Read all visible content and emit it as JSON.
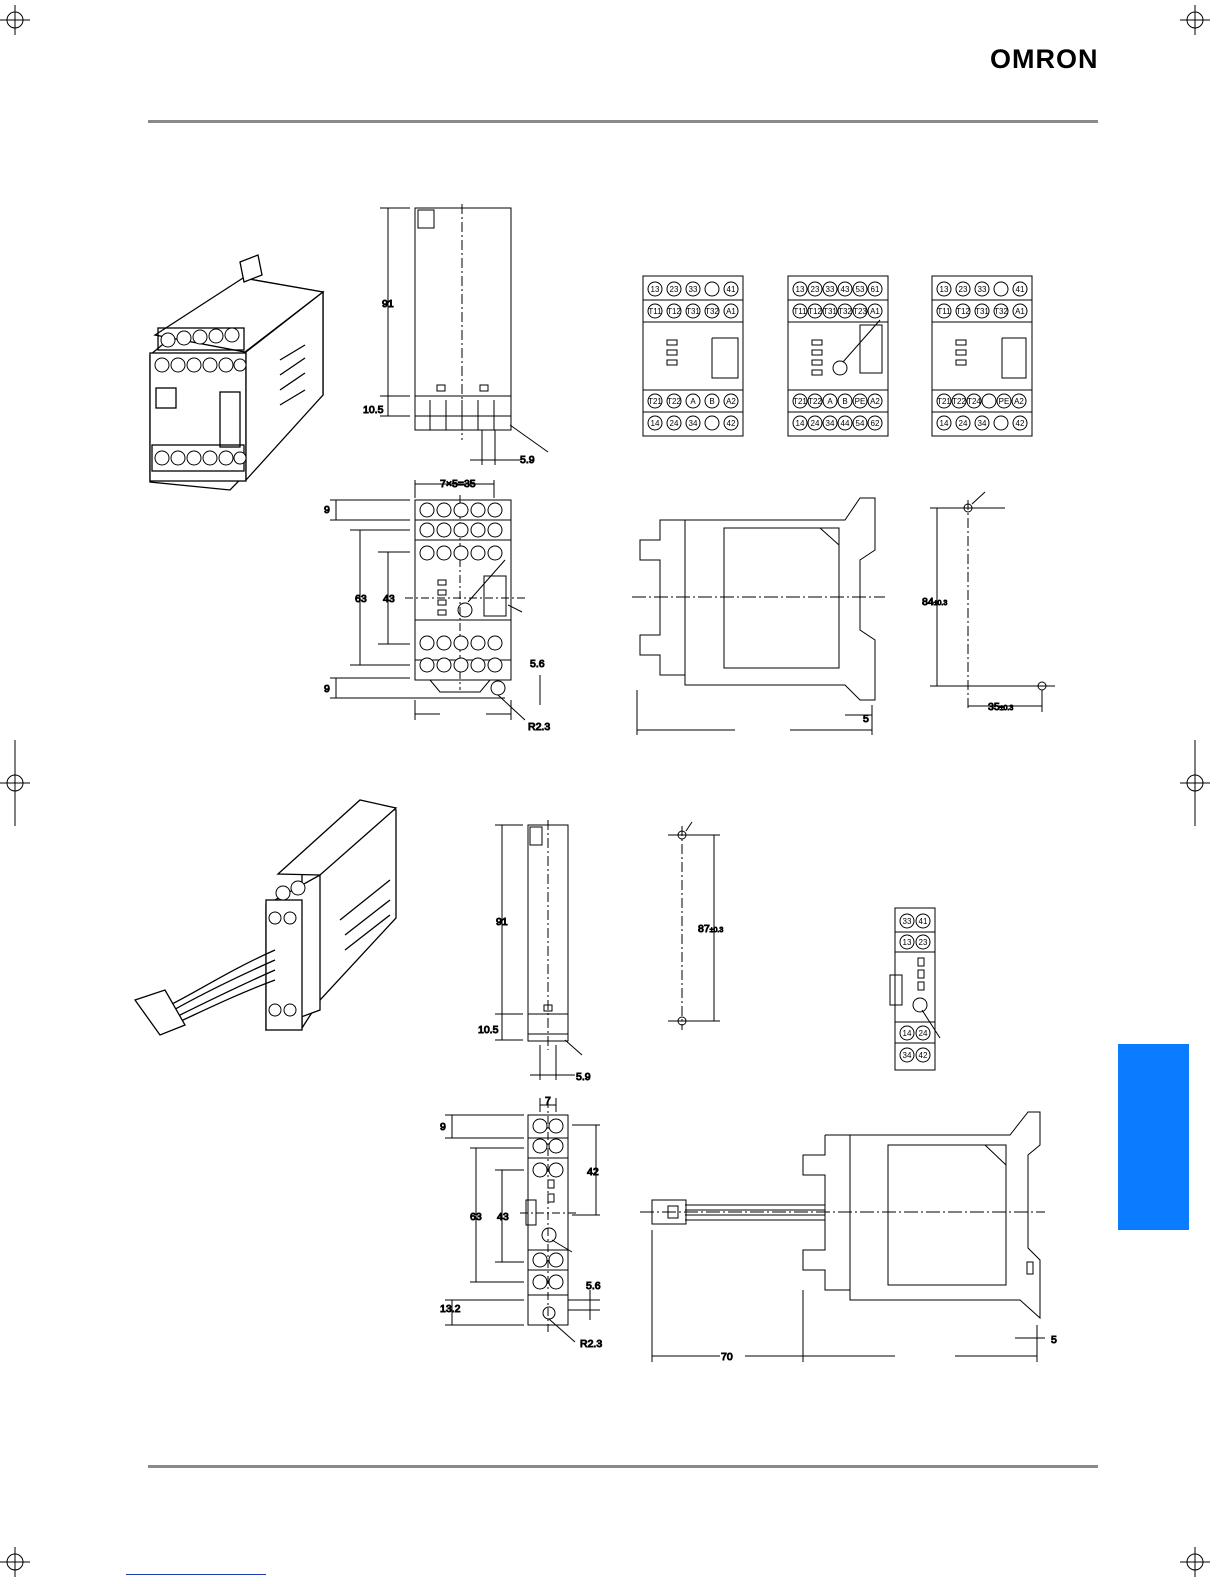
{
  "brand": {
    "logo_text": "OMRON"
  },
  "upper_model": {
    "side_view": {
      "height_label": "91",
      "terminal_label": "10.5",
      "pitch_label": "5.9"
    },
    "terminal_layouts": [
      {
        "top_row_1": [
          "13",
          "23",
          "33",
          "",
          "41"
        ],
        "top_row_2": [
          "T11",
          "T12",
          "T31",
          "T32",
          "A1"
        ],
        "bottom_row_1": [
          "T21",
          "T22",
          "A",
          "B",
          "A2"
        ],
        "bottom_row_2": [
          "14",
          "24",
          "34",
          "",
          "42"
        ]
      },
      {
        "top_row_1": [
          "13",
          "23",
          "33",
          "43",
          "53",
          "61"
        ],
        "top_row_2": [
          "T11",
          "T12",
          "T31",
          "T32",
          "T23",
          "A1"
        ],
        "bottom_row_1": [
          "T21",
          "T22",
          "A",
          "B",
          "PE",
          "A2"
        ],
        "bottom_row_2": [
          "14",
          "24",
          "34",
          "44",
          "54",
          "62"
        ]
      },
      {
        "top_row_1": [
          "13",
          "23",
          "33",
          "",
          "41"
        ],
        "top_row_2": [
          "T11",
          "T12",
          "T31",
          "T32",
          "A1"
        ],
        "bottom_row_1": [
          "T21",
          "T22",
          "T24",
          "",
          "PE",
          "A2"
        ],
        "bottom_row_2": [
          "14",
          "24",
          "34",
          "",
          "42"
        ]
      }
    ],
    "front_view": {
      "pitch_label": "7×5=35",
      "top_margin": "9",
      "outer_height": "63",
      "inner_height": "43",
      "bottom_margin": "9",
      "offset": "5.6",
      "radius": "R2.3"
    },
    "side_profile": {
      "offset": "5"
    },
    "mounting_holes": {
      "vertical": "84",
      "horizontal": "35",
      "tolerance": "±0.3"
    }
  },
  "lower_model": {
    "side_view": {
      "height_label": "91",
      "terminal_label": "10.5",
      "pitch_label": "5.9"
    },
    "mounting_holes": {
      "vertical": "87",
      "tolerance": "±0.3"
    },
    "terminal_layout": {
      "row_1": [
        "33",
        "41"
      ],
      "row_2": [
        "13",
        "23"
      ],
      "row_3": [
        "14",
        "24"
      ],
      "row_4": [
        "34",
        "42"
      ]
    },
    "front_view": {
      "width": "7",
      "top_margin": "9",
      "upper_height": "42",
      "outer_height": "63",
      "inner_height": "43",
      "offset": "5.6",
      "bottom_margin": "13.2",
      "radius": "R2.3"
    },
    "side_profile": {
      "cable_length": "70",
      "offset": "5"
    }
  }
}
